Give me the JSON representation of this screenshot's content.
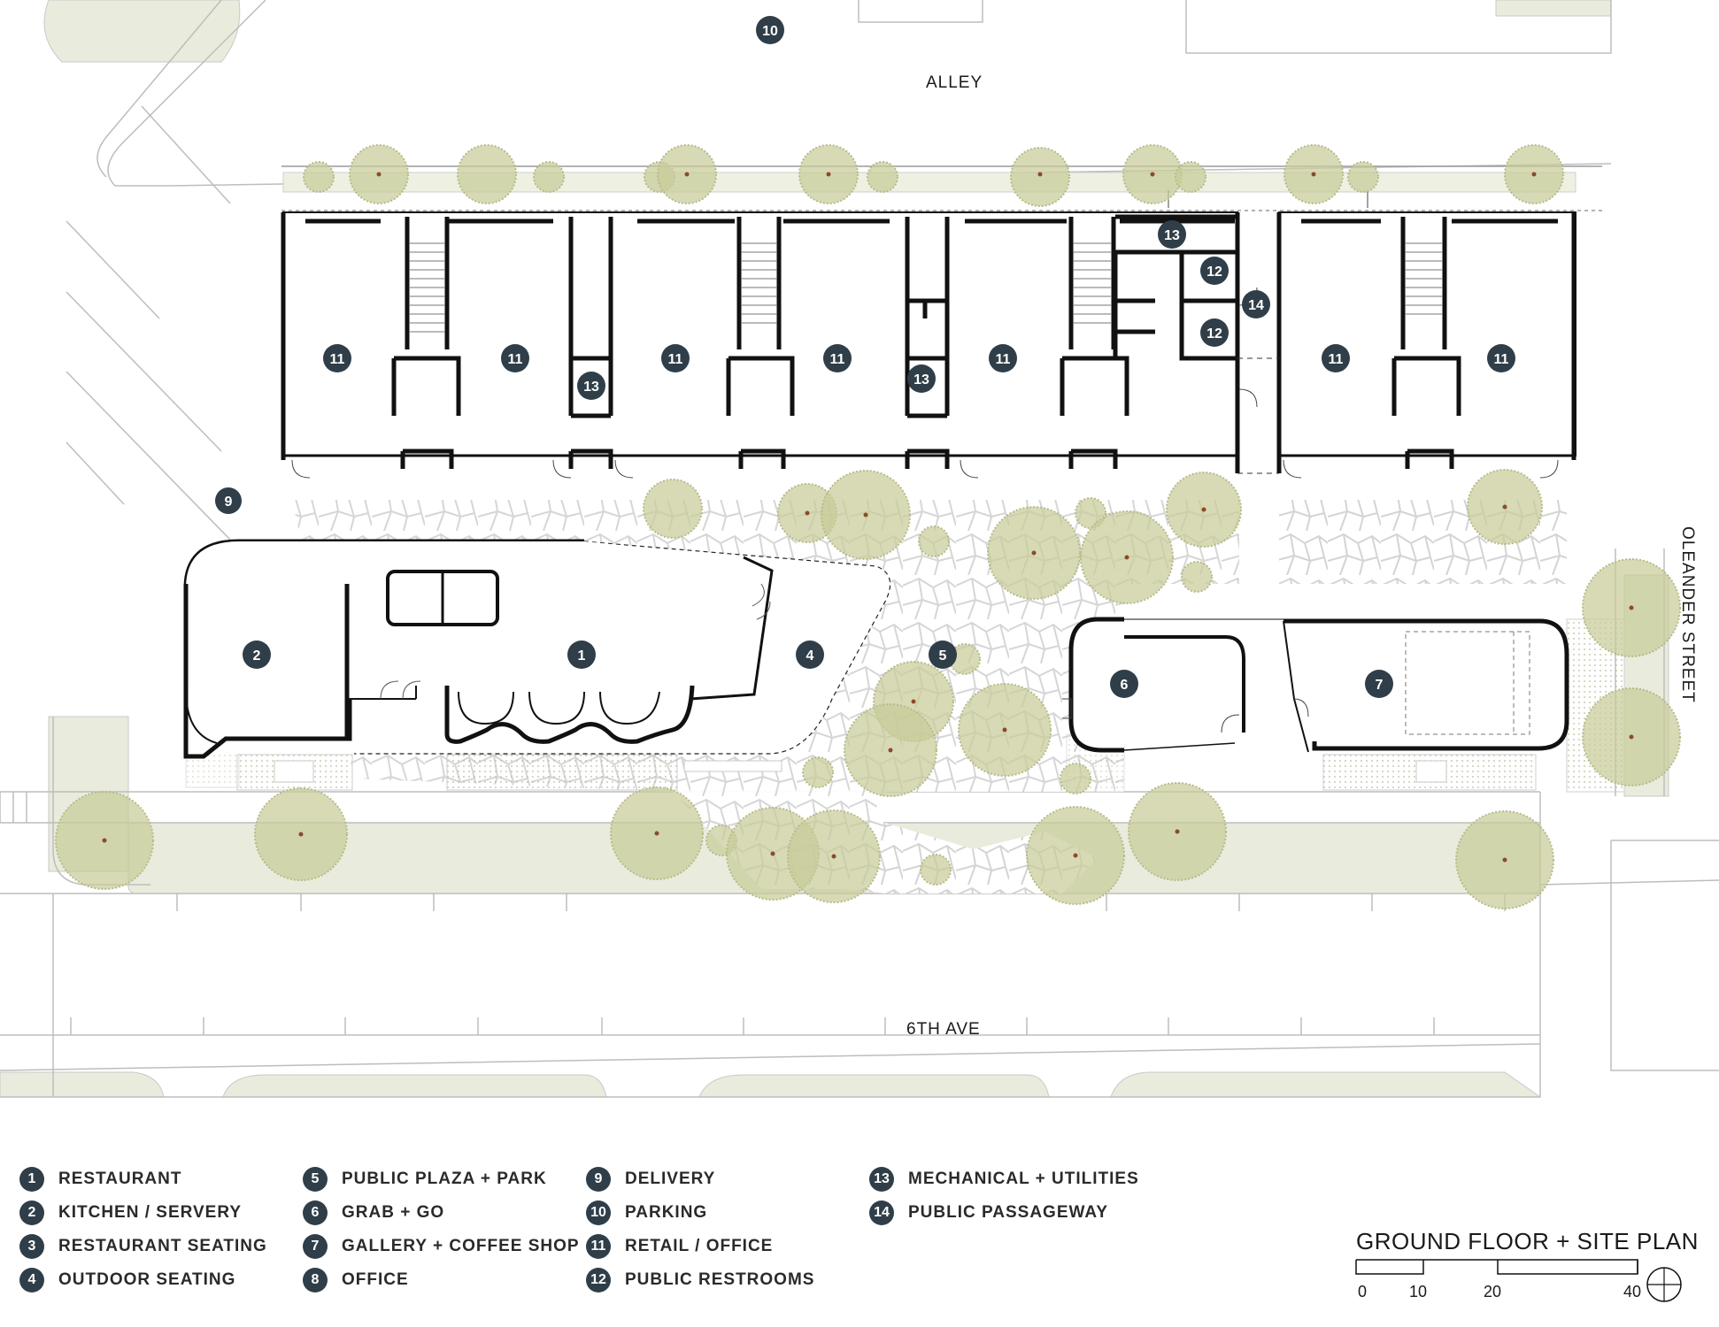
{
  "street_labels": {
    "alley": "ALLEY",
    "sixth_ave": "6TH AVE",
    "oleander": "OLEANDER STREET"
  },
  "legend": [
    {
      "num": "1",
      "label": "RESTAURANT"
    },
    {
      "num": "2",
      "label": "KITCHEN / SERVERY"
    },
    {
      "num": "3",
      "label": "RESTAURANT SEATING"
    },
    {
      "num": "4",
      "label": "OUTDOOR SEATING"
    },
    {
      "num": "5",
      "label": "PUBLIC PLAZA + PARK"
    },
    {
      "num": "6",
      "label": "GRAB + GO"
    },
    {
      "num": "7",
      "label": "GALLERY + COFFEE SHOP"
    },
    {
      "num": "8",
      "label": "OFFICE"
    },
    {
      "num": "9",
      "label": "DELIVERY"
    },
    {
      "num": "10",
      "label": "PARKING"
    },
    {
      "num": "11",
      "label": "RETAIL / OFFICE"
    },
    {
      "num": "12",
      "label": "PUBLIC RESTROOMS"
    },
    {
      "num": "13",
      "label": "MECHANICAL + UTILITIES"
    },
    {
      "num": "14",
      "label": "PUBLIC PASSAGEWAY"
    }
  ],
  "markers": {
    "m1": "1",
    "m2": "2",
    "m4": "4",
    "m5": "5",
    "m6": "6",
    "m7": "7",
    "m9": "9",
    "m10": "10",
    "m11": "11",
    "m12": "12",
    "m13": "13",
    "m14": "14"
  },
  "title": "GROUND FLOOR + SITE PLAN",
  "scale_bar": {
    "ticks": [
      "0",
      "10",
      "20",
      "40"
    ]
  },
  "colors": {
    "marker": "#2f3e48",
    "tree": "#c7cc99",
    "lawn": "#e9ecdc",
    "paving": "#d7d7d7"
  }
}
